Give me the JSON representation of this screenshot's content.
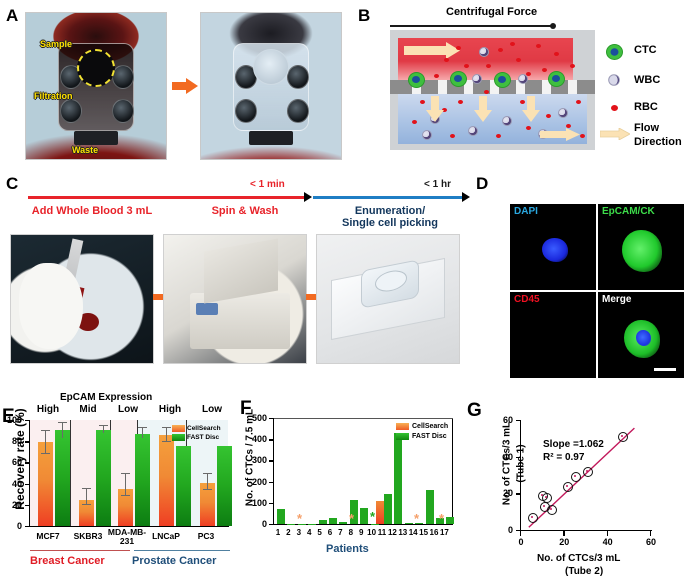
{
  "panels": {
    "a": {
      "letter": "A",
      "labels": [
        "Sample",
        "Filtration",
        "Waste"
      ]
    },
    "b": {
      "letter": "B",
      "title": "Centrifugal Force",
      "legend": [
        {
          "name": "ctc-icon",
          "label": "CTC"
        },
        {
          "name": "wbc-icon",
          "label": "WBC"
        },
        {
          "name": "rbc-icon",
          "label": "RBC"
        },
        {
          "name": "flow-arrow-icon",
          "label": "Flow\nDirection"
        },
        {
          "label_line1": "Flow",
          "label_line2": "Direction"
        }
      ]
    },
    "c": {
      "letter": "C",
      "times": [
        "< 1 min",
        "< 1 hr"
      ],
      "steps": [
        {
          "label": "Add Whole Blood 3 mL"
        },
        {
          "label": "Spin & Wash"
        },
        {
          "line1": "Enumeration/",
          "line2": "Single cell picking"
        }
      ]
    },
    "d": {
      "letter": "D",
      "channels": [
        {
          "label": "DAPI",
          "color": "#2aa8e0"
        },
        {
          "label": "EpCAM/CK",
          "color": "#3ddc4a"
        },
        {
          "label": "CD45",
          "color": "#ee1122"
        },
        {
          "label": "Merge",
          "color": "#ffffff"
        }
      ]
    }
  },
  "chart_data": [
    {
      "panel": "E",
      "type": "bar",
      "title": "EpCAM Expression",
      "xlabel": "",
      "ylabel": "Recovery rate (%)",
      "ylim": [
        0,
        100
      ],
      "yticks": [
        0,
        20,
        40,
        60,
        80,
        100
      ],
      "categories": [
        "MCF7",
        "SKBR3",
        "MDA-MB-231",
        "LNCaP",
        "PC3"
      ],
      "category_lines": [
        [
          "MCF7"
        ],
        [
          "SKBR3"
        ],
        [
          "MDA-MB-",
          "231"
        ],
        [
          "LNCaP"
        ],
        [
          "PC3"
        ]
      ],
      "expression_levels": [
        "High",
        "Mid",
        "Low",
        "High",
        "Low"
      ],
      "groups": [
        {
          "label": "Breast Cancer",
          "color": "#e01b24",
          "categories": [
            "MCF7",
            "SKBR3",
            "MDA-MB-231"
          ]
        },
        {
          "label": "Prostate Cancer",
          "color": "#1f4e79",
          "categories": [
            "LNCaP",
            "PC3"
          ]
        }
      ],
      "series": [
        {
          "name": "CellSearch",
          "color": "#f5a03c",
          "values": [
            79,
            25,
            35,
            86,
            41
          ],
          "errors": [
            11,
            5,
            7,
            6,
            7
          ]
        },
        {
          "name": "FAST Disc",
          "color": "#22a71f",
          "values": [
            90.5,
            91,
            87,
            75.5,
            75.5
          ],
          "errors": [
            3.5,
            1.5,
            2.5,
            1.5,
            1.5
          ]
        }
      ],
      "legend_position": "top-right",
      "grid": false
    },
    {
      "panel": "F",
      "type": "bar",
      "title": "",
      "xlabel": "Patients",
      "ylabel": "No. of CTCs / 7.5 mL",
      "ylim": [
        0,
        500
      ],
      "yticks": [
        0,
        100,
        200,
        300,
        400,
        500
      ],
      "categories": [
        "1",
        "2",
        "3",
        "4",
        "5",
        "6",
        "7",
        "8",
        "9",
        "10",
        "11",
        "12",
        "13",
        "14",
        "15",
        "16",
        "17"
      ],
      "series": [
        {
          "name": "CellSearch",
          "color": "#ef5b24",
          "values": [
            0,
            0,
            0,
            0,
            0,
            0,
            0,
            0,
            0,
            0,
            108,
            0,
            0,
            0,
            0,
            0,
            0
          ]
        },
        {
          "name": "FAST Disc",
          "color": "#22a71f",
          "values": [
            70,
            2,
            0,
            2,
            20,
            28,
            8,
            115,
            78,
            0,
            143,
            430,
            5,
            4,
            160,
            30,
            35
          ]
        }
      ],
      "asterisks": [
        {
          "patient": "3",
          "color": "#f5a06a"
        },
        {
          "patient": "8",
          "color": "#f5a06a"
        },
        {
          "patient": "10",
          "color": "#22a71f"
        },
        {
          "patient": "14",
          "color": "#f5a06a"
        },
        {
          "patient": "17",
          "color": "#f5a06a"
        }
      ],
      "legend_position": "top-right",
      "grid": false
    },
    {
      "panel": "G",
      "type": "scatter",
      "title": "",
      "xlabel_line1": "No. of CTCs/3 mL",
      "xlabel_line2": "(Tube 2)",
      "ylabel_line1": "No. of CTCs/3 mL",
      "ylabel_line2": "(Tube 1)",
      "xlim": [
        0,
        60
      ],
      "ylim": [
        0,
        60
      ],
      "xticks": [
        0,
        20,
        40,
        60
      ],
      "yticks": [
        0,
        20,
        40,
        60
      ],
      "annotations": [
        "Slope =1.062",
        "R² = 0.97"
      ],
      "slope": 1.062,
      "r_squared": 0.97,
      "fit_line_color": "#c2185b",
      "points": [
        {
          "x": 5.5,
          "y": 6
        },
        {
          "x": 10,
          "y": 18
        },
        {
          "x": 11,
          "y": 12
        },
        {
          "x": 12,
          "y": 17
        },
        {
          "x": 14,
          "y": 10.5
        },
        {
          "x": 21.5,
          "y": 23
        },
        {
          "x": 25,
          "y": 28
        },
        {
          "x": 30.5,
          "y": 31
        },
        {
          "x": 46.5,
          "y": 50
        }
      ],
      "grid": false
    }
  ]
}
